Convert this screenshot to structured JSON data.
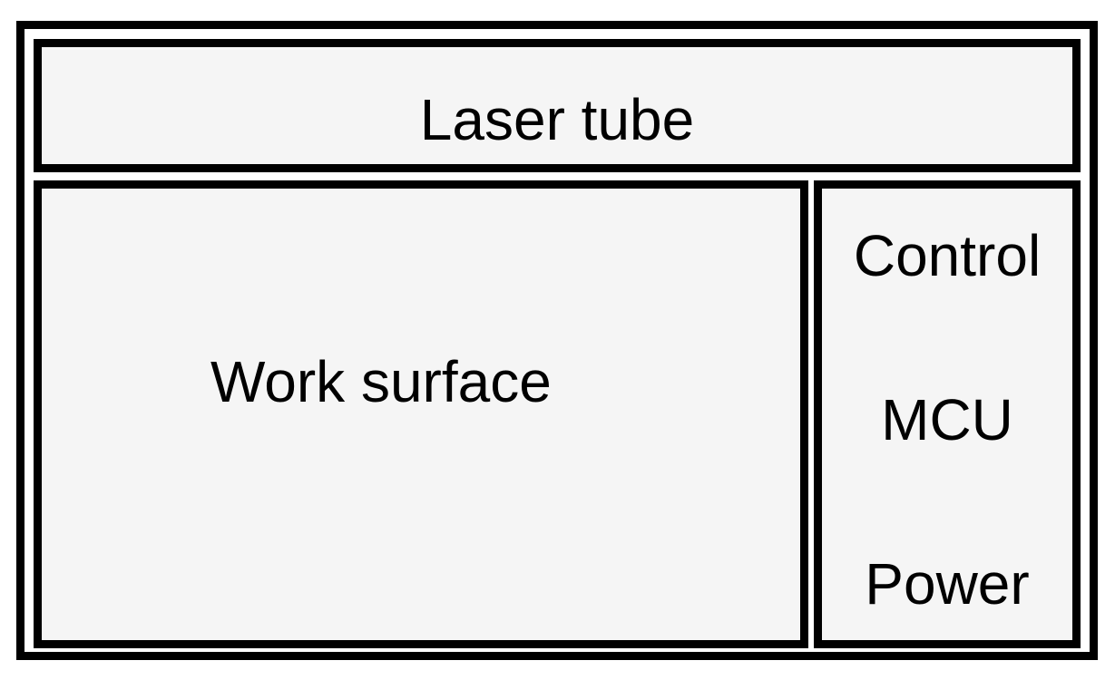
{
  "diagram": {
    "laser_tube": "Laser tube",
    "work_surface": "Work surface",
    "control_column": {
      "control": "Control",
      "mcu": "MCU",
      "power": "Power"
    }
  },
  "colors": {
    "border": "#000000",
    "fill": "#f5f5f5",
    "background": "#ffffff",
    "text": "#000000"
  }
}
